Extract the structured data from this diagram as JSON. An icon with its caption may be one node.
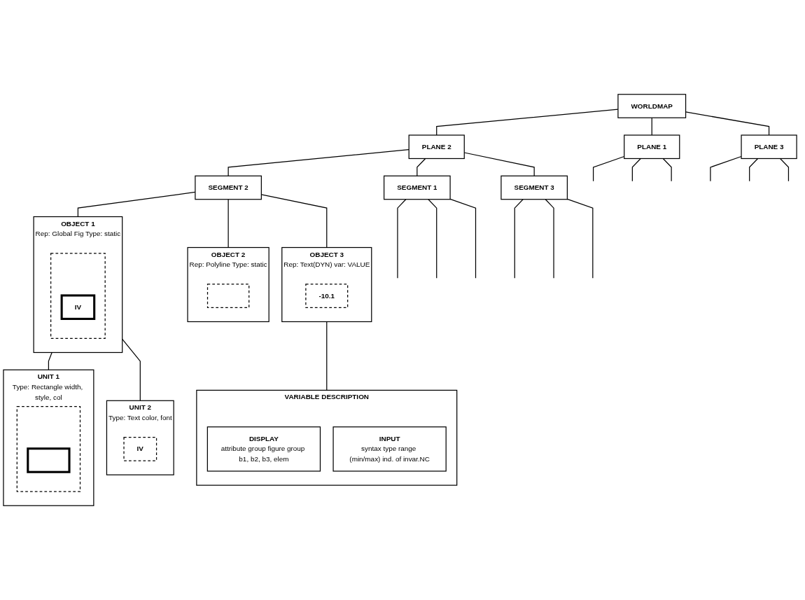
{
  "diagram": {
    "nodes": [
      {
        "text": [
          "WORLDMAP"
        ]
      },
      {
        "text": [
          "PLANE 1"
        ]
      },
      {
        "text": [
          "PLANE 2"
        ]
      },
      {
        "text": [
          "PLANE 3"
        ]
      },
      {
        "text": [
          "SEGMENT 1"
        ]
      },
      {
        "text": [
          "SEGMENT 2"
        ]
      },
      {
        "text": [
          "SEGMENT 3"
        ]
      },
      {
        "text": [
          "OBJECT 1",
          "Rep: Global Fig Type: static"
        ]
      },
      {
        "text": [],
        "shape": "box",
        "in": 7
      },
      {
        "text": [
          "IV"
        ],
        "in": 8
      },
      {
        "text": [
          "OBJECT 2",
          "Rep: Polyline Type: static"
        ]
      },
      {
        "text": [],
        "shape": "box",
        "in": 10
      },
      {
        "text": [
          "OBJECT 3",
          "Rep: Text(DYN) var: VALUE"
        ]
      },
      {
        "text": [
          "-10.1"
        ],
        "in": 12
      },
      {
        "text": [
          "UNIT 1",
          "Type: Rectangle width, style, col"
        ]
      },
      {
        "text": [],
        "shape": "box",
        "in": 14
      },
      {
        "text": [],
        "shape": "box",
        "in": 15
      },
      {
        "text": [
          "UNIT 2",
          "Type: Text color, font"
        ]
      },
      {
        "text": [
          "IV"
        ],
        "in": 17
      },
      {
        "text": [
          "VARIABLE DESCRIPTION"
        ]
      },
      {
        "text": [
          "DISPLAY",
          "attribute group figure group b1, b2, b3, elem"
        ],
        "in": 19
      },
      {
        "text": [
          "INPUT",
          "syntax type range (min/max) ind. of invar.NC"
        ],
        "in": 19
      }
    ],
    "edges": [
      {
        "from": 0,
        "to": 1,
        "arrow": "none"
      },
      {
        "from": 0,
        "to": 2,
        "arrow": "none"
      },
      {
        "from": 0,
        "to": 3,
        "arrow": "none"
      },
      {
        "from": 1,
        "to": null,
        "arrow": "none"
      },
      {
        "from": 1,
        "to": null,
        "arrow": "none"
      },
      {
        "from": 1,
        "to": null,
        "arrow": "none"
      },
      {
        "from": 3,
        "to": null,
        "arrow": "none"
      },
      {
        "from": 3,
        "to": null,
        "arrow": "none"
      },
      {
        "from": 3,
        "to": null,
        "arrow": "none"
      },
      {
        "from": 2,
        "to": 4,
        "arrow": "none"
      },
      {
        "from": 2,
        "to": 5,
        "arrow": "none"
      },
      {
        "from": 2,
        "to": 6,
        "arrow": "none"
      },
      {
        "from": 4,
        "to": null,
        "arrow": "none"
      },
      {
        "from": 4,
        "to": null,
        "arrow": "none"
      },
      {
        "from": 4,
        "to": null,
        "arrow": "none"
      },
      {
        "from": 6,
        "to": null,
        "arrow": "none"
      },
      {
        "from": 6,
        "to": null,
        "arrow": "none"
      },
      {
        "from": 6,
        "to": null,
        "arrow": "none"
      },
      {
        "from": 5,
        "to": 7,
        "arrow": "none"
      },
      {
        "from": 5,
        "to": 10,
        "arrow": "none"
      },
      {
        "from": 5,
        "to": 12,
        "arrow": "none"
      },
      {
        "from": 7,
        "to": 14,
        "arrow": "none"
      },
      {
        "from": 7,
        "to": 17,
        "arrow": "none"
      },
      {
        "from": 12,
        "to": 19,
        "arrow": "none"
      }
    ]
  }
}
